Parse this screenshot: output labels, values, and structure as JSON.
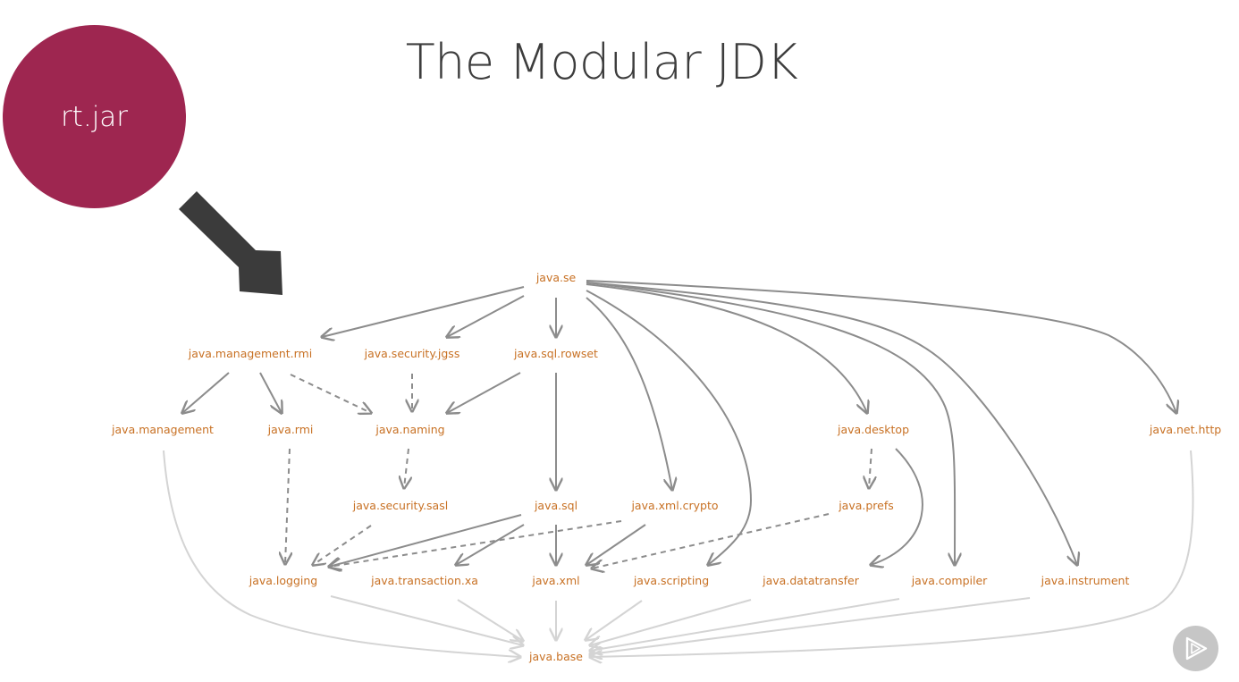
{
  "slide": {
    "title": "The Modular JDK"
  },
  "callout": {
    "label": "rt.jar",
    "circle_color": "#9e2650",
    "arrow_color": "#3b3b3b"
  },
  "colors": {
    "module_text": "#c87124",
    "edge": "#8c8c8c",
    "base_edge": "#d4d4d4"
  },
  "modules": {
    "java_se": "java.se",
    "java_management_rmi": "java.management.rmi",
    "java_security_jgss": "java.security.jgss",
    "java_sql_rowset": "java.sql.rowset",
    "java_management": "java.management",
    "java_rmi": "java.rmi",
    "java_naming": "java.naming",
    "java_desktop": "java.desktop",
    "java_net_http": "java.net.http",
    "java_security_sasl": "java.security.sasl",
    "java_sql": "java.sql",
    "java_xml_crypto": "java.xml.crypto",
    "java_prefs": "java.prefs",
    "java_logging": "java.logging",
    "java_transaction_xa": "java.transaction.xa",
    "java_xml": "java.xml",
    "java_scripting": "java.scripting",
    "java_datatransfer": "java.datatransfer",
    "java_compiler": "java.compiler",
    "java_instrument": "java.instrument",
    "java_base": "java.base"
  },
  "logo": {
    "icon": "play-icon"
  }
}
